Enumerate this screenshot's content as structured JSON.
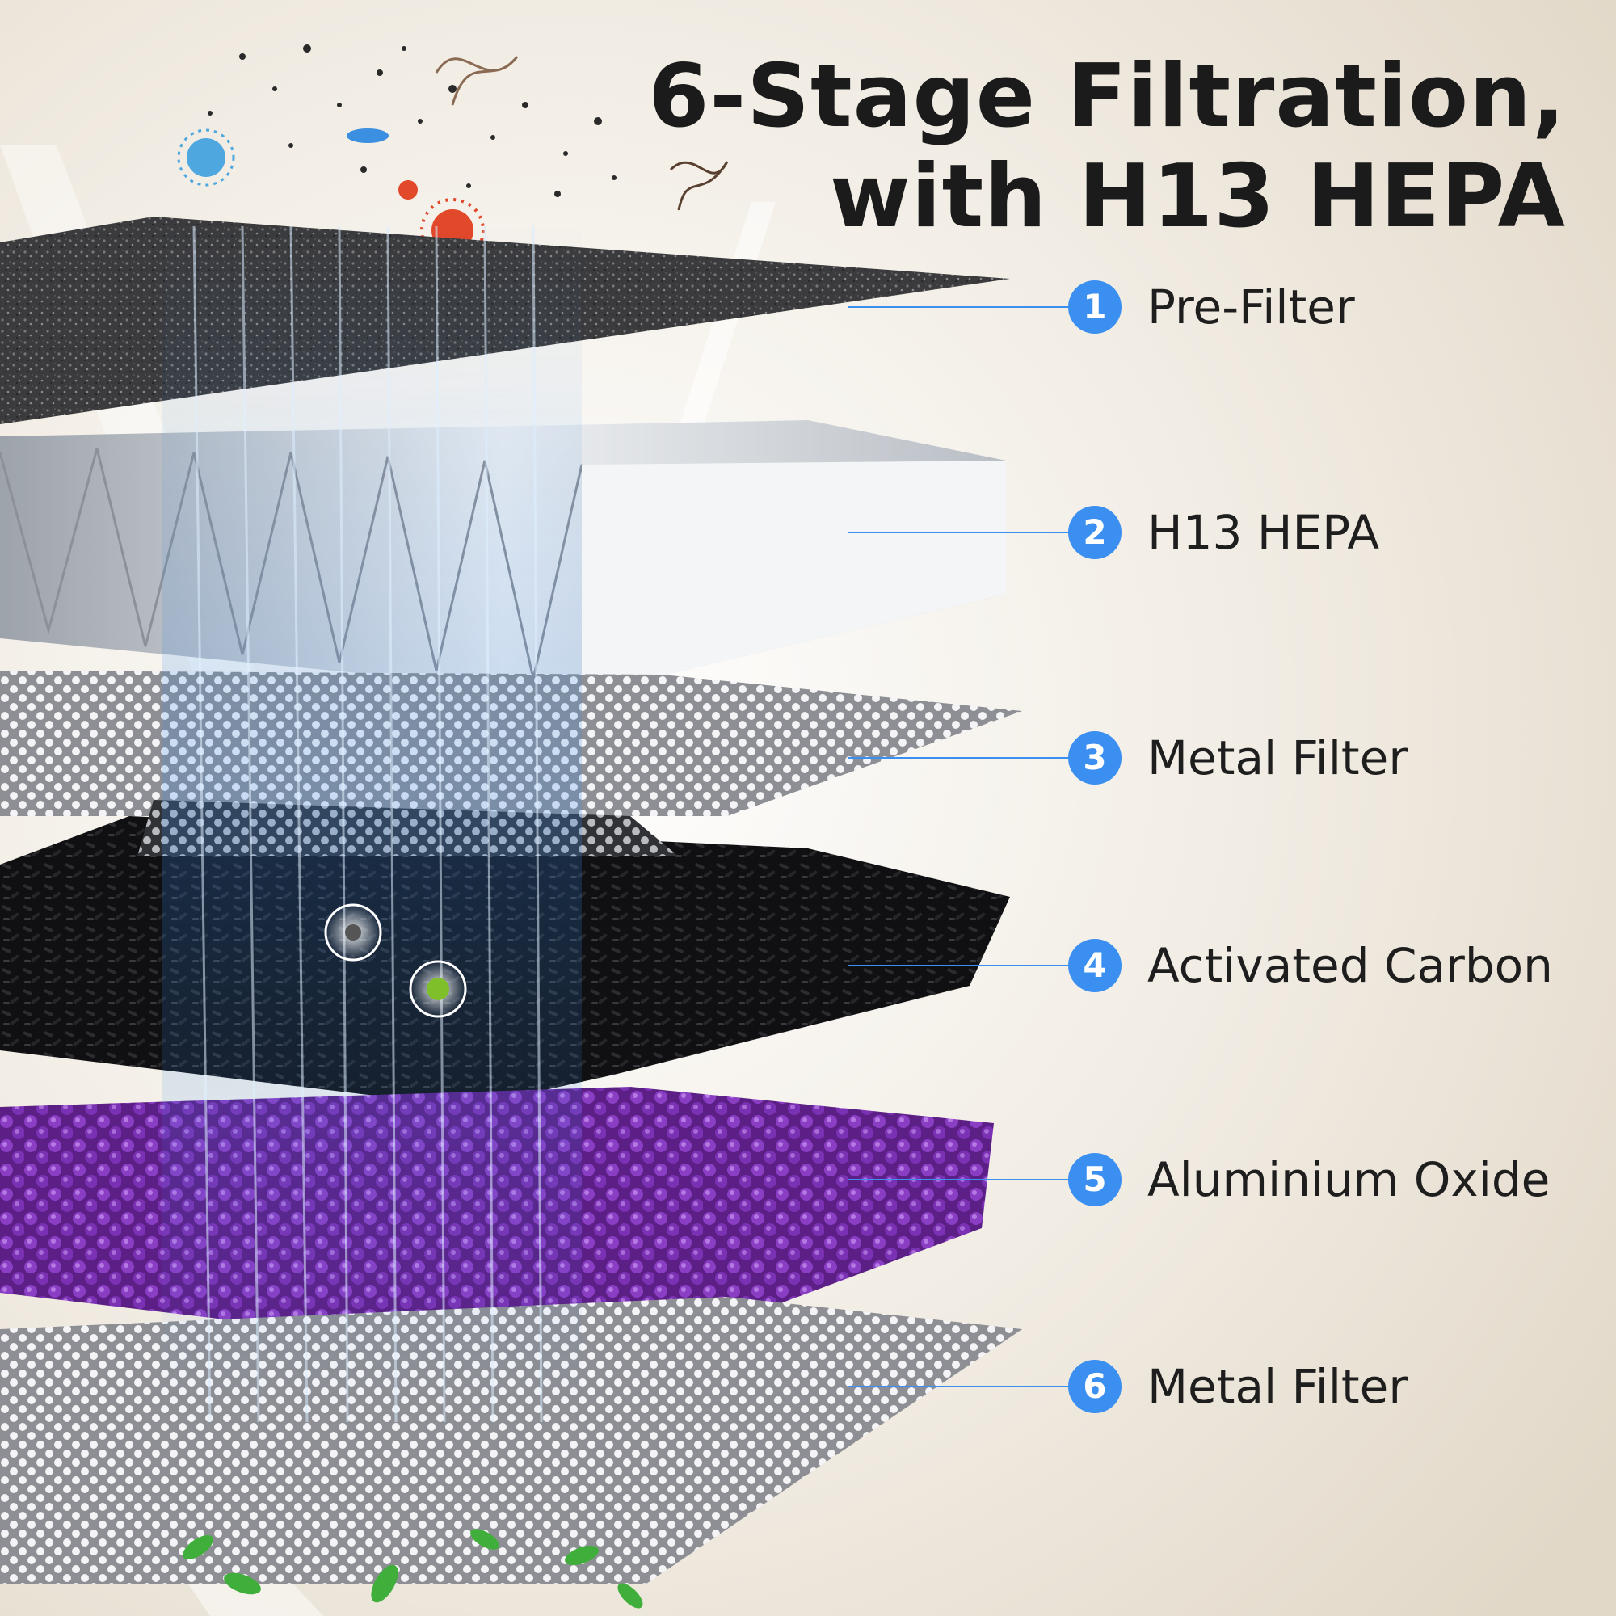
{
  "title": {
    "line1": "6-Stage Filtration,",
    "line2": "with H13 HEPA"
  },
  "accent_color": "#3b8ff0",
  "stages": [
    {
      "number": "1",
      "label": "Pre-Filter"
    },
    {
      "number": "2",
      "label": "H13 HEPA"
    },
    {
      "number": "3",
      "label": "Metal Filter"
    },
    {
      "number": "4",
      "label": "Activated Carbon"
    },
    {
      "number": "5",
      "label": "Aluminium Oxide"
    },
    {
      "number": "6",
      "label": "Metal Filter"
    }
  ]
}
